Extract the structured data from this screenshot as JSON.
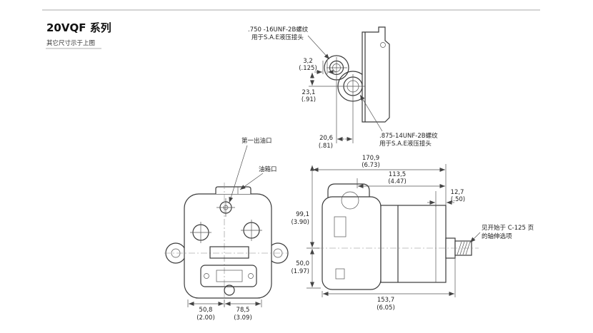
{
  "page": {
    "title": "20VQF 系列",
    "subtitle": "其它尺寸示于上图"
  },
  "detail_view": {
    "thread_top_label_1": ".750 -16UNF-2B螺纹",
    "thread_top_label_2": "用于S.A.E液压接头",
    "thread_bottom_label_1": ".875-14UNF-2B螺纹",
    "thread_bottom_label_2": "用于S.A.E液压接头",
    "dim_gap": {
      "mm": "3,2",
      "in": "(.125)"
    },
    "dim_vertical": {
      "mm": "23,1",
      "in": "(.91)"
    },
    "dim_horizontal": {
      "mm": "20,6",
      "in": "(.81)"
    }
  },
  "front_view": {
    "first_outlet_label": "第一出油口",
    "tank_port_label": "油箱口",
    "dim_left": {
      "mm": "50,8",
      "in": "(2.00)"
    },
    "dim_right": {
      "mm": "78,5",
      "in": "(3.09)"
    }
  },
  "side_view": {
    "dim_overall_length": {
      "mm": "170,9",
      "in": "(6.73)"
    },
    "dim_body_length": {
      "mm": "113,5",
      "in": "(4.47)"
    },
    "dim_offset": {
      "mm": "12,7",
      "in": "(.50)"
    },
    "dim_height_top": {
      "mm": "99,1",
      "in": "(3.90)"
    },
    "dim_height_bottom": {
      "mm": "50,0",
      "in": "(1.97)"
    },
    "dim_base_length": {
      "mm": "153,7",
      "in": "(6.05)"
    },
    "shaft_note_1": "见开始于 C-125 页",
    "shaft_note_2": "的轴伸选项"
  }
}
